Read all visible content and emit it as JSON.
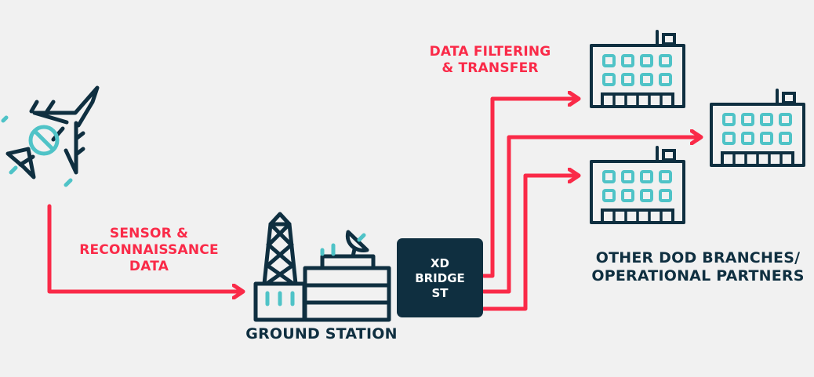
{
  "diagram": {
    "colors": {
      "navy": "#0f2f40",
      "teal": "#4fc3c7",
      "red": "#fa2a48",
      "background": "#f1f1f1"
    },
    "nodes": {
      "aircraft": {
        "icon": "jet-aircraft-icon"
      },
      "ground_station": {
        "label": "GROUND STATION",
        "icon": "ground-station-icon"
      },
      "bridge": {
        "line1": "XD",
        "line2": "BRIDGE",
        "line3": "ST"
      },
      "partners": {
        "line1": "OTHER DOD BRANCHES/",
        "line2": "OPERATIONAL PARTNERS",
        "icon": "building-icon",
        "count": 3
      }
    },
    "edges": {
      "sensor": {
        "line1": "SENSOR &",
        "line2": "RECONNAISSANCE",
        "line3": "DATA"
      },
      "filter": {
        "line1": "DATA FILTERING",
        "line2": "& TRANSFER"
      }
    }
  }
}
